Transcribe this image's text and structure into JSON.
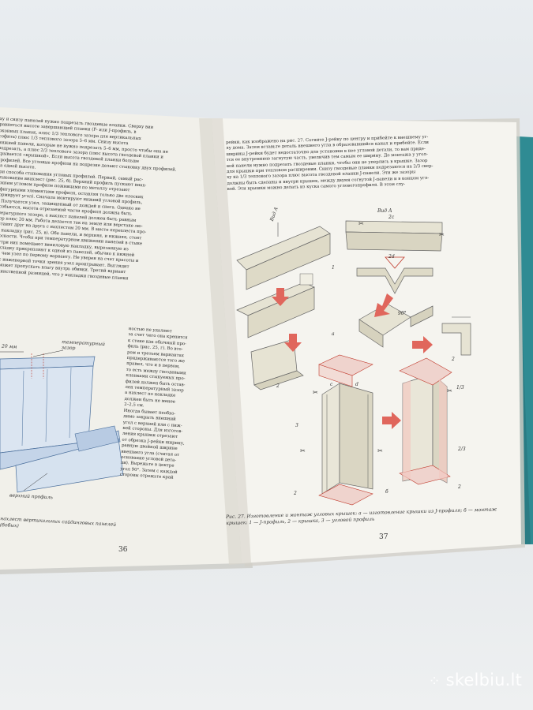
{
  "book": {
    "left_page": {
      "page_number": "36",
      "lines": [
        "ху и снизу панелей нужно подрезать гвоздевые планки. Сверху вин",
        "равняться высоте завершающей планки (F- или J-профиль, в",
        "оконных планок, плюс 1/3 теплового зазора для вертикальных",
        "софита) плюс 1/3 теплового зазора 5–6 мм. Снизу высота",
        "нижней панели, которые не нужно подрезать 5–6 мм, просто чтобы она не",
        "подрезать, а плюс 2/3 теплового зазора плюс высота гвоздевой планки и",
        "крывается «крышкой». Если высота гвоздевой планки больше",
        "профилей. Все угловые профили на подрезке делают стыковку двух профилей.",
        "на одной высоте.",
        "три способа стыкования угловых профилей. Первый, самый рас-",
        "стыкование внахлест (рис. 25, б). Верхний профиль пускают внах-",
        "ерхнем угловом профиле пожницами по металлу отрезают",
        "с фигурными элементами профиля, оставляя только две плоских",
        "формирует угол). Сначала монтируют нижний угловой профиль,",
        "й. Получается узел, защищенный от дождей и снега. Однако не",
        "и собьются, высота отрезаемой части профиля должна быть",
        "мпературного зазора, а нахлест панелей должен быть равным",
        "азор плюс 20 мм. Работа делается так на земле или верстаке лю-",
        "и ставят друг на друга с нахлестом 20 мм. В месте перехлеста про-",
        "ют накладку (рис. 25, в). Обе панели, и верхняя, и нижняя, стоят",
        "плоскости. Чтобы при температурном движении панелей в стыке",
        "внутри них помещают виниловую накладку, вырезанную из",
        "Накладку прикрепляют к одной из панелей, обычно к нижней",
        "же, чем узел по первому варианту. Не уверен на счет красоты и",
        "но с инженерной точки зрения узел проигрывает. Выглядит",
        "он может пропускать влагу внутрь обивки. Третий вариант",
        "с единственной разницей, что у накладки гвоздевые планки"
      ],
      "side_column": [
        "ностью не удаляют",
        "за счет чего она крепится",
        "к стене как обычный про-",
        "филь (рис. 25, г). Во вто-",
        "ром и третьем вариантах",
        "придерживаются того же",
        "правил, что и в первом,",
        "то есть между гвоздевыми",
        "планками стыкуемых про-",
        "филей должен быть остав-",
        "лен температурный зазор",
        "а нахлест по накладке",
        "должен быть не менее",
        "2–2,5 см.",
        "Иногда бывает необхо-",
        "димо закрыть внешний",
        "угол с верхней или с ниж-",
        "ней стороны. Для изготов-",
        "ления крышки отрезают",
        "от обрезка J-рейки ширину,",
        "равную двойной ширине",
        "внешнего угла (считая от",
        "основание угловой дета-",
        "ли). Вырежьте в центре",
        "угол 90°. Затем с каждой",
        "стороны отрежьте край"
      ],
      "figure_labels": {
        "gap_20mm": "20 мм",
        "thermal_gap": "температурный зазор",
        "top_profile": "верхний профиль"
      },
      "caption_fragment": "нахлест вертикальных сайдинговых панелей (бобых)"
    },
    "right_page": {
      "page_number": "37",
      "lines": [
        "рейки, как изображено на рис. 27. Согните J-рейку по центру и прибейте к внешнему уг-",
        "лу дома. Затем вставьте деталь внешнего угла в образовавшийся канал и прибейте. Если",
        "ширины J-рейки будет недостаточно для установки в нее угловой детали, то вам приде-",
        "тся ее внутреннюю загнутую часть, увеличив тем самым ее ширину. До монтажа у угол-",
        "вой панели нужно подрезать гвоздевые планки, чтобы они не уперлись в крышке. Зазор",
        "для крышки при тепловом расширении. Снизу гвоздевые планки подрезаются на 2/3 свер-",
        "ху на 1/3 теплового зазора плюс высота гвоздевой планки J-панели. Эти же зазоры",
        "должны быть сделаны и внутри крышек, между двумя согнутой J-панели и в концом угл-",
        "вой. Эти крышки можно делать из куска самого угловогопрофиля. В этом слу-"
      ],
      "figure_labels": {
        "view_a_1": "Вид А",
        "view_a_2": "Вид А",
        "dim_2c": "2c",
        "dim_2d": "2d",
        "dim_c": "c",
        "dim_d": "d",
        "angle": "90°",
        "mark_a": "а",
        "mark_b": "б",
        "n1": "1",
        "n2a": "2",
        "n2b": "2",
        "n2c": "2",
        "n2d": "2",
        "n3": "3",
        "frac1": "1/3",
        "frac2": "2/3"
      },
      "caption": "Рис. 27. Изготовление и монтаж угловых крышек: а — изготовление крышки из J-профиля; б — монтаж крышек: 1 — J-профиль, 2 — крышка, 3 — угловой профиль"
    }
  },
  "watermark": {
    "brand": "skelbiu.lt",
    "icon": "dots-logo-icon"
  },
  "colors": {
    "table": "#e3e7ea",
    "paper": "#f4f3ee",
    "teal_cover": "#2f8b93",
    "diagram_blue": "#cfdcec",
    "panel_beige": "#e6e3d3",
    "arrow_red": "#e0665c",
    "accent_line": "#e8a19b"
  }
}
